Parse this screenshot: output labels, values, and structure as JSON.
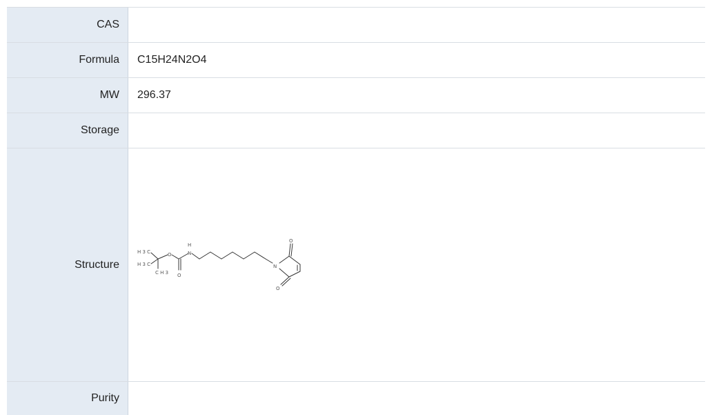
{
  "rows": {
    "cas": {
      "label": "CAS",
      "value": ""
    },
    "formula": {
      "label": "Formula",
      "value": "C15H24N2O4"
    },
    "mw": {
      "label": "MW",
      "value": "296.37"
    },
    "storage": {
      "label": "Storage",
      "value": ""
    },
    "structure": {
      "label": "Structure",
      "atoms": {
        "h3c_top": "H 3 C",
        "h3c_bottom": "H 3 C",
        "ch3": "C H 3",
        "o_ester": "O",
        "o_carbonyl": "O",
        "nh_h": "H",
        "nh_n": "N",
        "n_ring": "N",
        "o_top": "O",
        "o_bottom": "O"
      }
    },
    "purity": {
      "label": "Purity",
      "value": ""
    }
  }
}
